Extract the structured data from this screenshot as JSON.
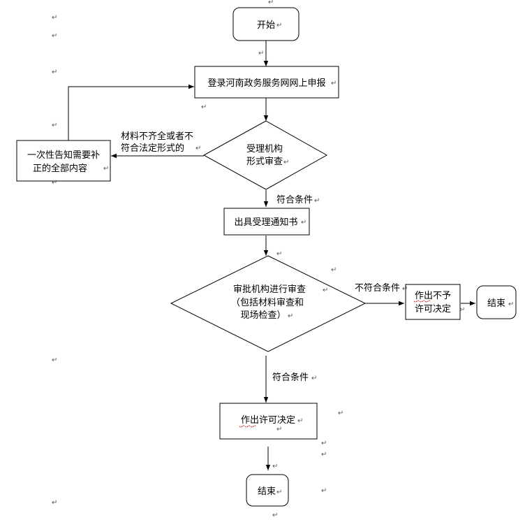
{
  "nodes": {
    "start": "开始",
    "submit": "登录河南政务服务网网上申报",
    "accept_review": [
      "受理机构",
      "形式审查"
    ],
    "notify_correction": [
      "一次性告知需要补",
      "正的全部内容"
    ],
    "accept_notice": "出具受理通知书",
    "approval_review": [
      "审批机构进行审查",
      "（包括材料审查和",
      "现场检查）"
    ],
    "deny_decision": [
      "作出不予",
      "许可决定"
    ],
    "end_right": "结束",
    "grant_decision": "作出许可决定",
    "end_bottom": "结束"
  },
  "edges": {
    "incomplete_label": [
      "材料不齐全或者不",
      "符合法定形式的"
    ],
    "pass_label_1": "符合条件",
    "fail_label": "不符合条件",
    "pass_label_2": "符合条件"
  },
  "paragraph_mark": "↵"
}
